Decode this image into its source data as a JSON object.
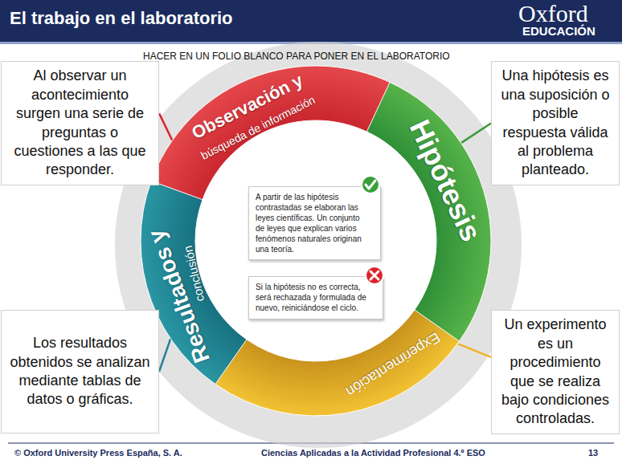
{
  "diagram": {
    "title": "El trabajo en el laboratorio",
    "nodes": [
      {
        "text": [
          "Al observar un acontecimiento surgen una serie de preguntas o cuestiones a las que responder."
        ]
      },
      {
        "text": [
          "Observación y",
          "búsqueda de información"
        ]
      },
      {
        "text": [
          "Hipótesis"
        ]
      },
      {
        "text": [
          "Una hipótesis es una suposición o posible respuesta válida al problema planteado."
        ]
      },
      {
        "text": [
          "A partir de las hipótesis contrastadas se elaboran las leyes científicas. Un conjunto de leyes que explican varios fenómenos naturales originan una teoría."
        ]
      },
      {
        "text": [
          "Si la hipótesis no es correcta, será rechazada y formulada de nuevo, reiniciándose el ciclo."
        ]
      },
      {
        "text": [
          "Resultados y",
          "conclusión"
        ]
      },
      {
        "text": [
          "Experimentación"
        ]
      },
      {
        "text": [
          "Los resultados obtenidos se analizan mediante tablas de datos o gráficas."
        ]
      },
      {
        "text": [
          "Un experimento es un procedimiento que se realiza bajo condiciones controladas."
        ]
      }
    ],
    "edges": [
      {
        "from": 0,
        "to": 1,
        "arrow": "none"
      },
      {
        "from": 3,
        "to": 2,
        "arrow": "none"
      },
      {
        "from": 8,
        "to": 6,
        "arrow": "none"
      },
      {
        "from": 9,
        "to": 7,
        "arrow": "none"
      }
    ],
    "labels": [
      "Oxford",
      "EDUCACIÓN",
      "HACER EN UN FOLIO BLANCO PARA PONER EN EL LABORATORIO",
      "© Oxford University Press España, S. A.",
      "Ciencias Aplicadas a la Actividad Profesional 4.º ESO",
      "13"
    ]
  }
}
